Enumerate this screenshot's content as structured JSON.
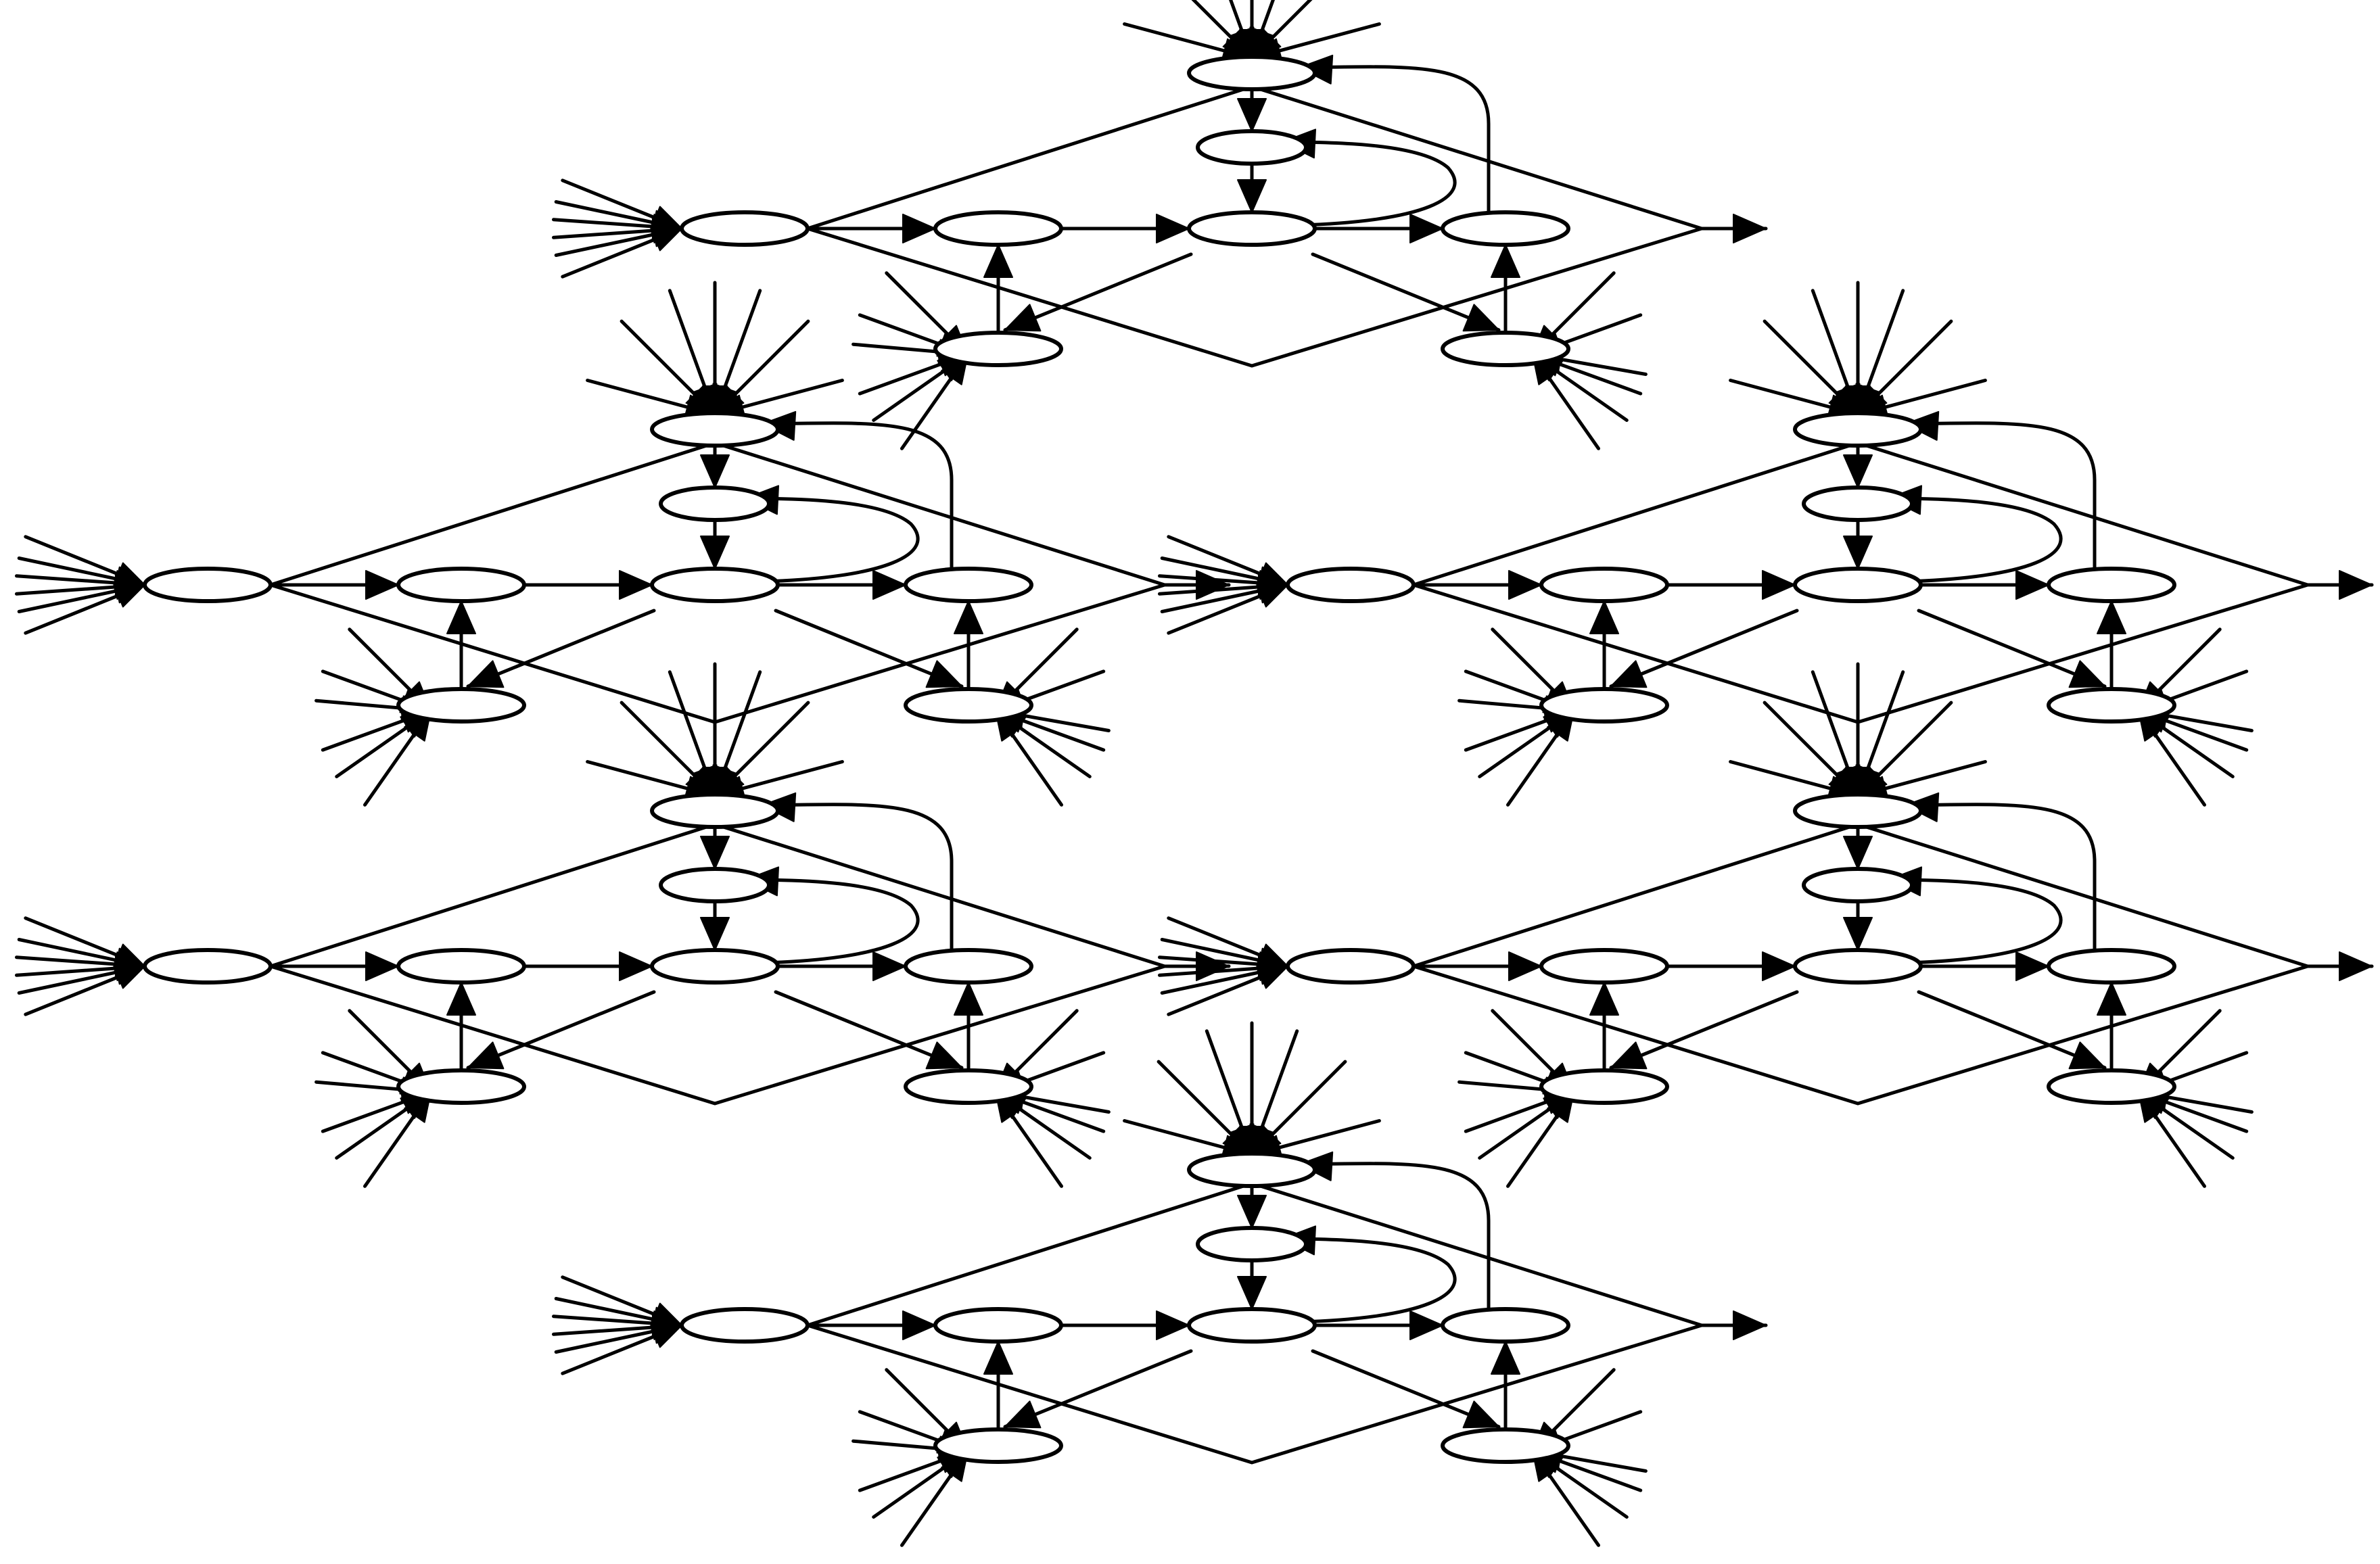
{
  "diagram": {
    "type": "directed-graph",
    "description_visible_text": "",
    "style": {
      "stroke_color": "#000000",
      "background": "#ffffff",
      "node_fill": "#ffffff"
    },
    "motif": {
      "node_ids": [
        "in",
        "a",
        "c",
        "e",
        "top",
        "mid",
        "b",
        "d"
      ],
      "node_shape": "ellipse",
      "node_labels": "none",
      "edges": [
        {
          "from": "in",
          "to": "a"
        },
        {
          "from": "a",
          "to": "c"
        },
        {
          "from": "c",
          "to": "e"
        },
        {
          "from": "top",
          "to": "mid"
        },
        {
          "from": "mid",
          "to": "c"
        },
        {
          "from": "b",
          "to": "a"
        },
        {
          "from": "d",
          "to": "e"
        },
        {
          "from": "c",
          "to": "b"
        },
        {
          "from": "c",
          "to": "d"
        },
        {
          "from": "c",
          "to": "mid",
          "curved": true
        },
        {
          "from": "e",
          "to": "top",
          "curved": true
        }
      ],
      "has_diamond_outline": true,
      "has_output_arrow": true,
      "has_fan_in_arrows": [
        "in",
        "top",
        "b",
        "d"
      ]
    },
    "instances": [
      {
        "id": "cell-top"
      },
      {
        "id": "cell-upper-left"
      },
      {
        "id": "cell-upper-right"
      },
      {
        "id": "cell-lower-left"
      },
      {
        "id": "cell-lower-right"
      },
      {
        "id": "cell-bottom"
      }
    ]
  }
}
